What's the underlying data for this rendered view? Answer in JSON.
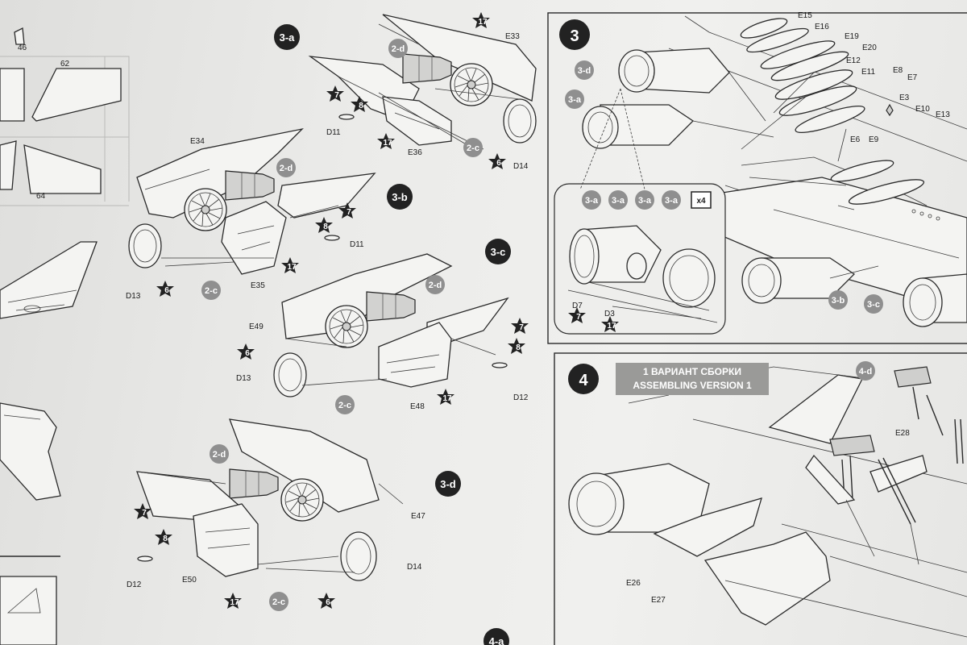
{
  "sprue": {
    "numbers": [
      "46",
      "62",
      "64"
    ]
  },
  "steps": {
    "s3a": "3-a",
    "s3b": "3-b",
    "s3c": "3-c",
    "s3d": "3-d",
    "s4a": "4-a",
    "s3": "3",
    "s4": "4"
  },
  "callouts": {
    "c2c": "2-c",
    "c2d": "2-d",
    "c3a": "3-a",
    "c3b": "3-b",
    "c3c": "3-c",
    "c3d": "3-d",
    "c4d": "4-d"
  },
  "paints": {
    "p6": "6",
    "p7": "7",
    "p8": "8",
    "p17": "17"
  },
  "parts": {
    "E33": "E33",
    "E34": "E34",
    "E35": "E35",
    "E36": "E36",
    "E47": "E47",
    "E48": "E48",
    "E49": "E49",
    "E50": "E50",
    "D3": "D3",
    "D7": "D7",
    "D11": "D11",
    "D12": "D12",
    "D13": "D13",
    "D14": "D14",
    "E3": "E3",
    "E6": "E6",
    "E7": "E7",
    "E8": "E8",
    "E9": "E9",
    "E10": "E10",
    "E11": "E11",
    "E12": "E12",
    "E13": "E13",
    "E15": "E15",
    "E16": "E16",
    "E19": "E19",
    "E20": "E20",
    "E26": "E26",
    "E27": "E27",
    "E28": "E28"
  },
  "detail": {
    "multiplier": "x4"
  },
  "step4_title": {
    "line1": "1 ВАРИАНТ СБОРКИ",
    "line2": "ASSEMBLING VERSION 1"
  }
}
